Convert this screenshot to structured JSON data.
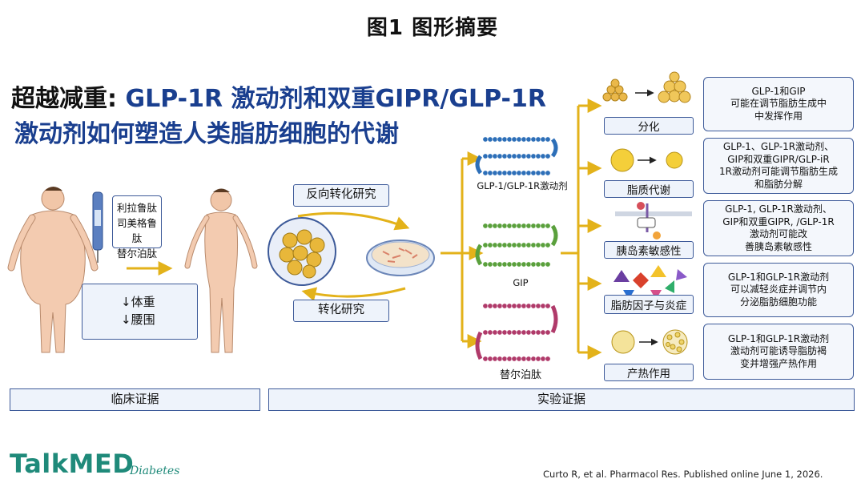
{
  "figure_title": "图1 图形摘要",
  "main_title": {
    "prefix": "超越减重: ",
    "highlight": "GLP-1R 激动剂和双重GIPR/GLP-1R",
    "line2": "激动剂如何塑造人类脂肪细胞的代谢"
  },
  "clinical": {
    "drugs": [
      "利拉鲁肽",
      "司美格鲁肽",
      "替尔泊肽"
    ],
    "effects": [
      "↓体重",
      "↓腰围"
    ]
  },
  "studies": {
    "reverse": "反向转化研究",
    "forward": "转化研究"
  },
  "peptides": [
    {
      "label": "GLP-1/GLP-1R激动剂",
      "color": "#2d6fb8"
    },
    {
      "label": "GIP",
      "color": "#5aa03c"
    },
    {
      "label": "替尔泊肽",
      "color": "#b03a6a"
    }
  ],
  "mechanisms": [
    {
      "label": "分化",
      "result": [
        "GLP-1和GIP",
        "可能在调节脂肪生成中",
        "中发挥作用"
      ]
    },
    {
      "label": "脂质代谢",
      "result": [
        "GLP-1、GLP-1R激动剂、",
        "GIP和双重GIPR/GLP-iR",
        "1R激动剂可能调节脂肪生成",
        "和脂肪分解"
      ]
    },
    {
      "label": "胰岛素敏感性",
      "result": [
        "GLP-1, GLP-1R激动剂、",
        "GIP和双重GIPR, /GLP-1R",
        "激动剂可能改",
        "善胰岛素敏感性"
      ]
    },
    {
      "label": "脂肪因子与炎症",
      "result": [
        "GLP-1和GLP-1R激动剂",
        "可以减轻炎症并调节内",
        "分泌脂肪细胞功能"
      ]
    },
    {
      "label": "产热作用",
      "result": [
        "GLP-1和GLP-1R激动剂",
        "激动剂可能诱导脂肪褐",
        "变并增强产热作用"
      ]
    }
  ],
  "bottom": {
    "clinical": "临床证据",
    "experimental": "实验证据"
  },
  "logo": {
    "main": "TalkMED",
    "sub": "Diabetes"
  },
  "citation": "Curto R, et al. Pharmacol Res. Published online June 1, 2026.",
  "colors": {
    "accent_blue": "#1a3f8f",
    "arrow_gold": "#e3b21a",
    "box_border": "#3d5a99",
    "box_fill": "#eef3fb",
    "logo_teal": "#1f8a7a"
  }
}
